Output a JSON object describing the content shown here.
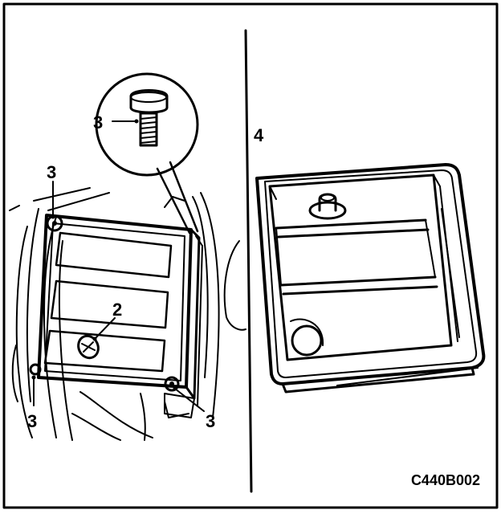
{
  "diagram": {
    "figure_code": "C440B002",
    "callouts": {
      "bolt_detail": "3",
      "bolt_top_left": "3",
      "bolt_bottom_left": "3",
      "bolt_bottom_right": "3",
      "drain_plug": "2",
      "pan_view": "4"
    }
  }
}
